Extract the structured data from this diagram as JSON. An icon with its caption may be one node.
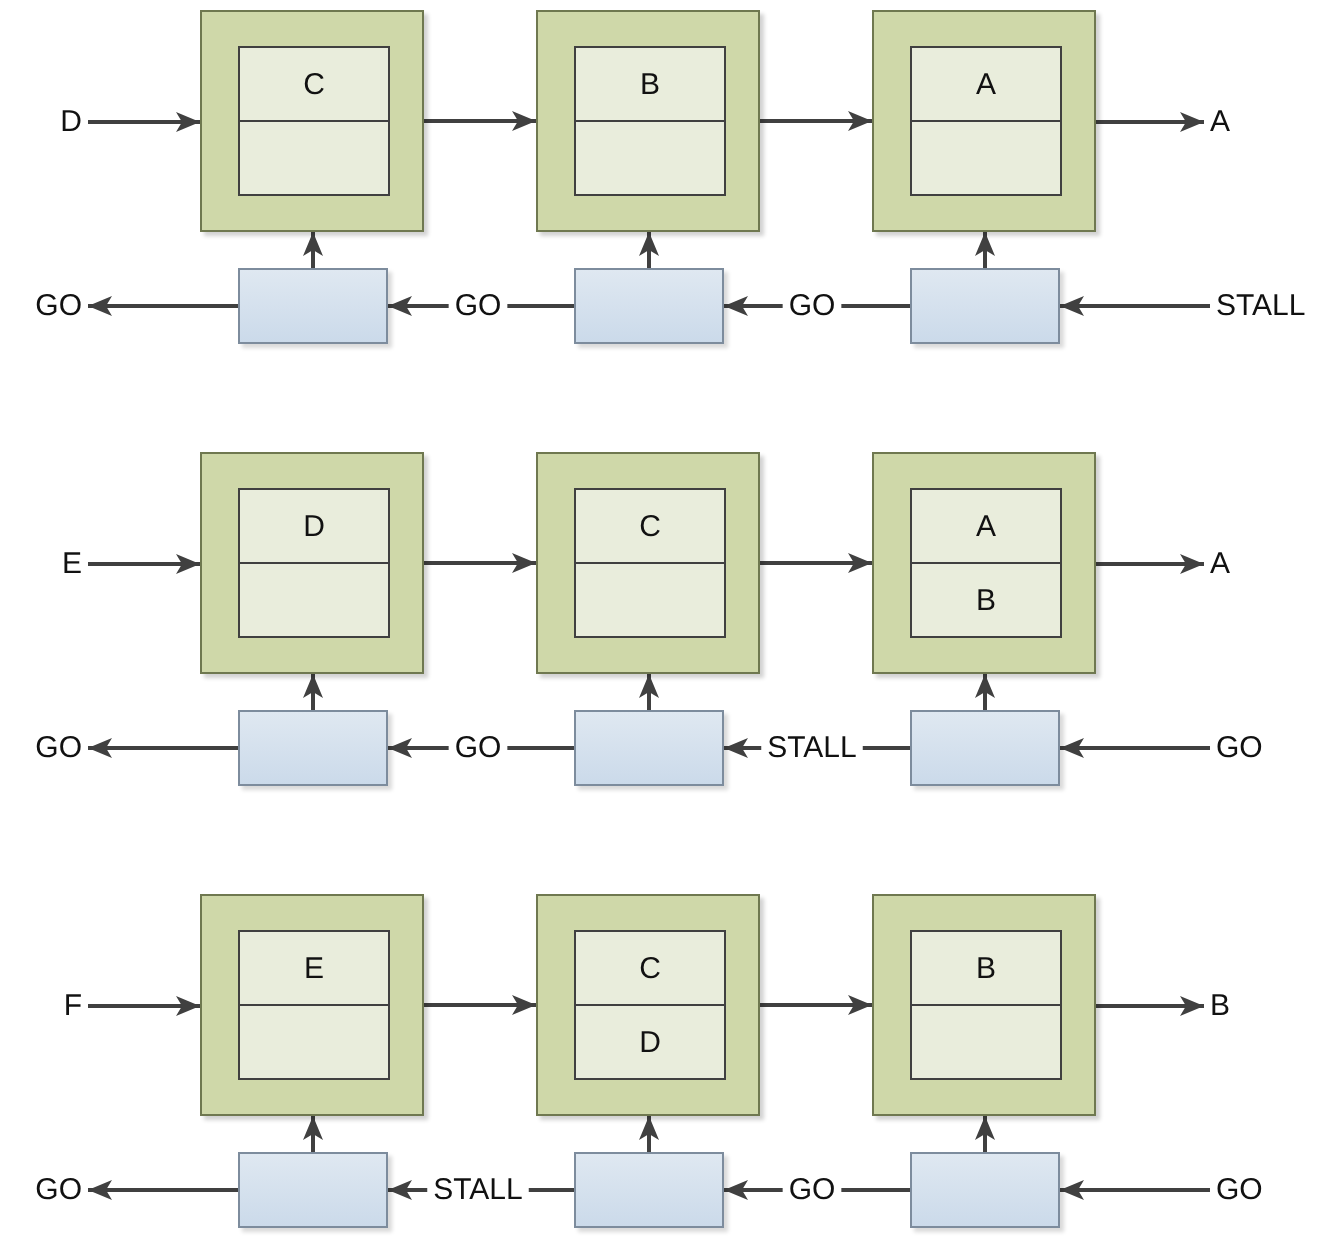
{
  "diagram": {
    "nodes": [
      {
        "text": [
          "D"
        ]
      },
      {
        "text": [],
        "shape": "box"
      },
      {
        "text": [
          "C"
        ],
        "in": 1
      },
      {
        "text": [],
        "shape": "box",
        "in": 1
      },
      {
        "text": [],
        "shape": "box"
      },
      {
        "text": [
          "B"
        ],
        "in": 4
      },
      {
        "text": [],
        "shape": "box",
        "in": 4
      },
      {
        "text": [],
        "shape": "box"
      },
      {
        "text": [
          "A"
        ],
        "in": 7
      },
      {
        "text": [],
        "shape": "box",
        "in": 7
      },
      {
        "text": [
          "A"
        ]
      },
      {
        "text": [
          "GO"
        ]
      },
      {
        "text": [],
        "shape": "box"
      },
      {
        "text": [
          "GO"
        ]
      },
      {
        "text": [],
        "shape": "box"
      },
      {
        "text": [
          "GO"
        ]
      },
      {
        "text": [],
        "shape": "box"
      },
      {
        "text": [
          "STALL"
        ]
      },
      {
        "text": [
          "E"
        ]
      },
      {
        "text": [],
        "shape": "box"
      },
      {
        "text": [
          "D"
        ],
        "in": 19
      },
      {
        "text": [],
        "shape": "box",
        "in": 19
      },
      {
        "text": [],
        "shape": "box"
      },
      {
        "text": [
          "C"
        ],
        "in": 22
      },
      {
        "text": [],
        "shape": "box",
        "in": 22
      },
      {
        "text": [],
        "shape": "box"
      },
      {
        "text": [
          "A"
        ],
        "in": 25
      },
      {
        "text": [
          "B"
        ],
        "in": 25
      },
      {
        "text": [
          "A"
        ]
      },
      {
        "text": [
          "GO"
        ]
      },
      {
        "text": [],
        "shape": "box"
      },
      {
        "text": [
          "GO"
        ]
      },
      {
        "text": [],
        "shape": "box"
      },
      {
        "text": [
          "STALL"
        ]
      },
      {
        "text": [],
        "shape": "box"
      },
      {
        "text": [
          "GO"
        ]
      },
      {
        "text": [
          "F"
        ]
      },
      {
        "text": [],
        "shape": "box"
      },
      {
        "text": [
          "E"
        ],
        "in": 37
      },
      {
        "text": [],
        "shape": "box",
        "in": 37
      },
      {
        "text": [],
        "shape": "box"
      },
      {
        "text": [
          "C"
        ],
        "in": 40
      },
      {
        "text": [
          "D"
        ],
        "in": 40
      },
      {
        "text": [],
        "shape": "box"
      },
      {
        "text": [
          "B"
        ],
        "in": 43
      },
      {
        "text": [],
        "shape": "box",
        "in": 43
      },
      {
        "text": [
          "B"
        ]
      },
      {
        "text": [
          "GO"
        ]
      },
      {
        "text": [],
        "shape": "box"
      },
      {
        "text": [
          "STALL"
        ]
      },
      {
        "text": [],
        "shape": "box"
      },
      {
        "text": [
          "GO"
        ]
      },
      {
        "text": [],
        "shape": "box"
      },
      {
        "text": [
          "GO"
        ]
      }
    ],
    "edges": [
      {
        "from": 0,
        "to": 1,
        "arrow": "to"
      },
      {
        "from": 1,
        "to": 4,
        "arrow": "to"
      },
      {
        "from": 4,
        "to": 7,
        "arrow": "to"
      },
      {
        "from": 7,
        "to": 10,
        "arrow": "to"
      },
      {
        "from": 12,
        "to": 1,
        "arrow": "to"
      },
      {
        "from": 14,
        "to": 4,
        "arrow": "to"
      },
      {
        "from": 16,
        "to": 7,
        "arrow": "to"
      },
      {
        "from": 17,
        "to": 16,
        "arrow": "to"
      },
      {
        "from": 16,
        "to": 15,
        "arrow": "none"
      },
      {
        "from": 15,
        "to": 14,
        "arrow": "to"
      },
      {
        "from": 14,
        "to": 13,
        "arrow": "none"
      },
      {
        "from": 13,
        "to": 12,
        "arrow": "to"
      },
      {
        "from": 12,
        "to": 11,
        "arrow": "to"
      },
      {
        "from": 18,
        "to": 19,
        "arrow": "to"
      },
      {
        "from": 19,
        "to": 22,
        "arrow": "to"
      },
      {
        "from": 22,
        "to": 25,
        "arrow": "to"
      },
      {
        "from": 25,
        "to": 28,
        "arrow": "to"
      },
      {
        "from": 30,
        "to": 19,
        "arrow": "to"
      },
      {
        "from": 32,
        "to": 22,
        "arrow": "to"
      },
      {
        "from": 34,
        "to": 25,
        "arrow": "to"
      },
      {
        "from": 35,
        "to": 34,
        "arrow": "to"
      },
      {
        "from": 34,
        "to": 33,
        "arrow": "none"
      },
      {
        "from": 33,
        "to": 32,
        "arrow": "to"
      },
      {
        "from": 32,
        "to": 31,
        "arrow": "none"
      },
      {
        "from": 31,
        "to": 30,
        "arrow": "to"
      },
      {
        "from": 30,
        "to": 29,
        "arrow": "to"
      },
      {
        "from": 36,
        "to": 37,
        "arrow": "to"
      },
      {
        "from": 37,
        "to": 40,
        "arrow": "to"
      },
      {
        "from": 40,
        "to": 43,
        "arrow": "to"
      },
      {
        "from": 43,
        "to": 46,
        "arrow": "to"
      },
      {
        "from": 48,
        "to": 37,
        "arrow": "to"
      },
      {
        "from": 50,
        "to": 40,
        "arrow": "to"
      },
      {
        "from": 52,
        "to": 43,
        "arrow": "to"
      },
      {
        "from": 53,
        "to": 52,
        "arrow": "to"
      },
      {
        "from": 52,
        "to": 51,
        "arrow": "none"
      },
      {
        "from": 51,
        "to": 50,
        "arrow": "to"
      },
      {
        "from": 50,
        "to": 49,
        "arrow": "none"
      },
      {
        "from": 49,
        "to": 48,
        "arrow": "to"
      },
      {
        "from": 48,
        "to": 47,
        "arrow": "to"
      }
    ]
  }
}
